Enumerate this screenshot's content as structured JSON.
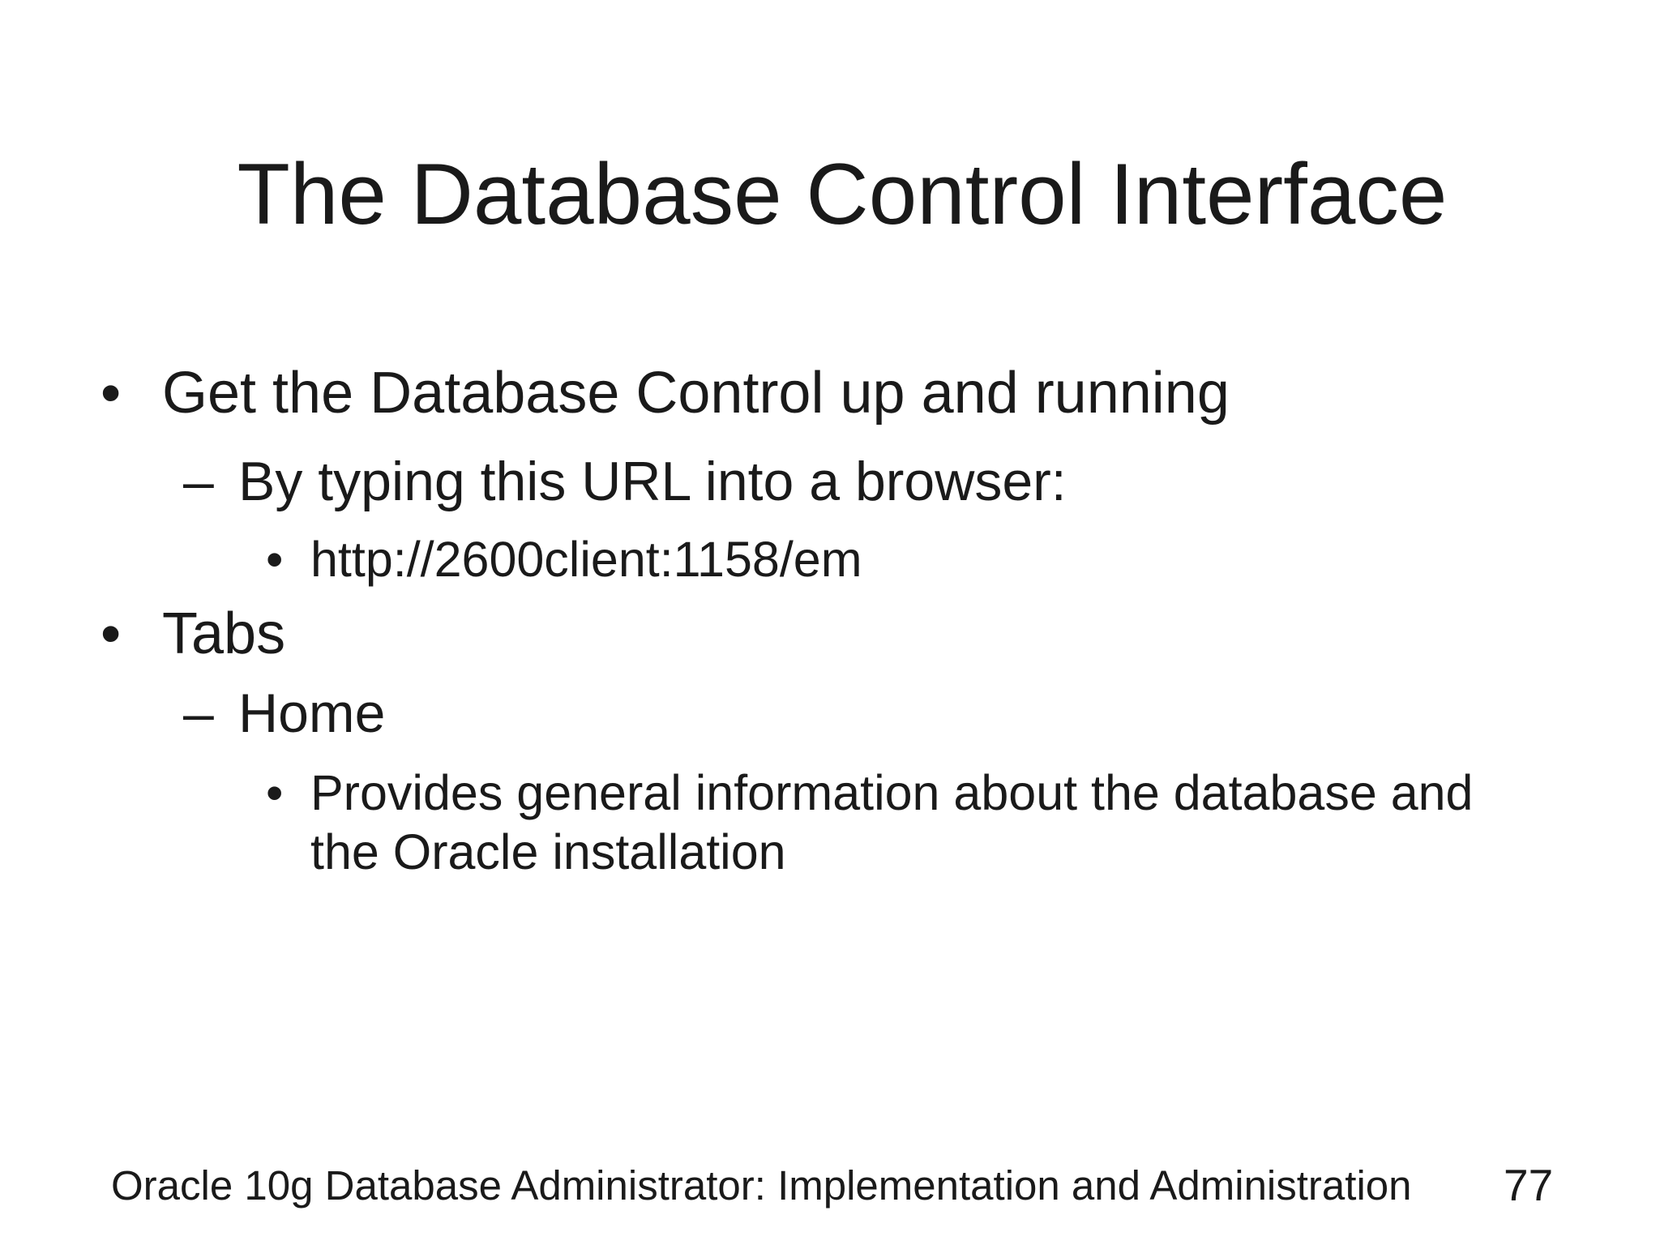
{
  "slide": {
    "title": "The Database Control Interface",
    "bullets": [
      {
        "level": 1,
        "marker": "•",
        "text": "Get the Database Control up and running"
      },
      {
        "level": 2,
        "marker": "–",
        "text": "By typing this URL into a browser:"
      },
      {
        "level": 3,
        "marker": "•",
        "text": "http://2600client:1158/em"
      },
      {
        "level": 1,
        "marker": "•",
        "text": "Tabs"
      },
      {
        "level": 2,
        "marker": "–",
        "text": "Home"
      },
      {
        "level": 3,
        "marker": "•",
        "text": "Provides general information about the database and the Oracle installation"
      }
    ],
    "footer": {
      "text": "Oracle 10g Database Administrator: Implementation and Administration",
      "page_number": "77"
    }
  },
  "colors": {
    "background": "#ffffff",
    "text": "#1a1a1a"
  }
}
